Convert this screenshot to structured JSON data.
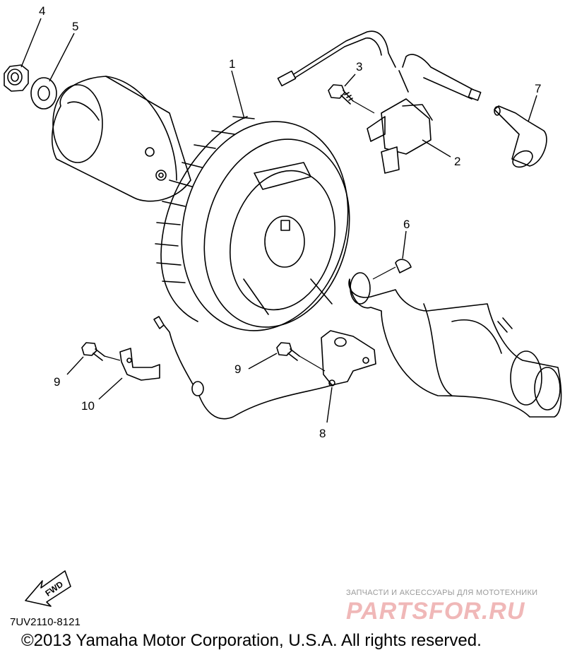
{
  "diagram": {
    "callouts": [
      {
        "id": "1",
        "label": "1"
      },
      {
        "id": "2",
        "label": "2"
      },
      {
        "id": "3",
        "label": "3"
      },
      {
        "id": "4",
        "label": "4"
      },
      {
        "id": "5",
        "label": "5"
      },
      {
        "id": "6",
        "label": "6"
      },
      {
        "id": "7",
        "label": "7"
      },
      {
        "id": "8",
        "label": "8"
      },
      {
        "id": "9a",
        "label": "9"
      },
      {
        "id": "9b",
        "label": "9"
      },
      {
        "id": "10",
        "label": "10"
      }
    ],
    "fwd_label": "FWD",
    "diagram_code": "7UV2110-8121",
    "copyright": "©2013 Yamaha Motor Corporation, U.S.A. All rights reserved."
  },
  "watermark": {
    "tagline": "ЗАПЧАСТИ И АКСЕССУАРЫ ДЛЯ МОТОТЕХНИКИ",
    "logo": "PARTSFOR.RU",
    "color": "#f0b8b8"
  }
}
